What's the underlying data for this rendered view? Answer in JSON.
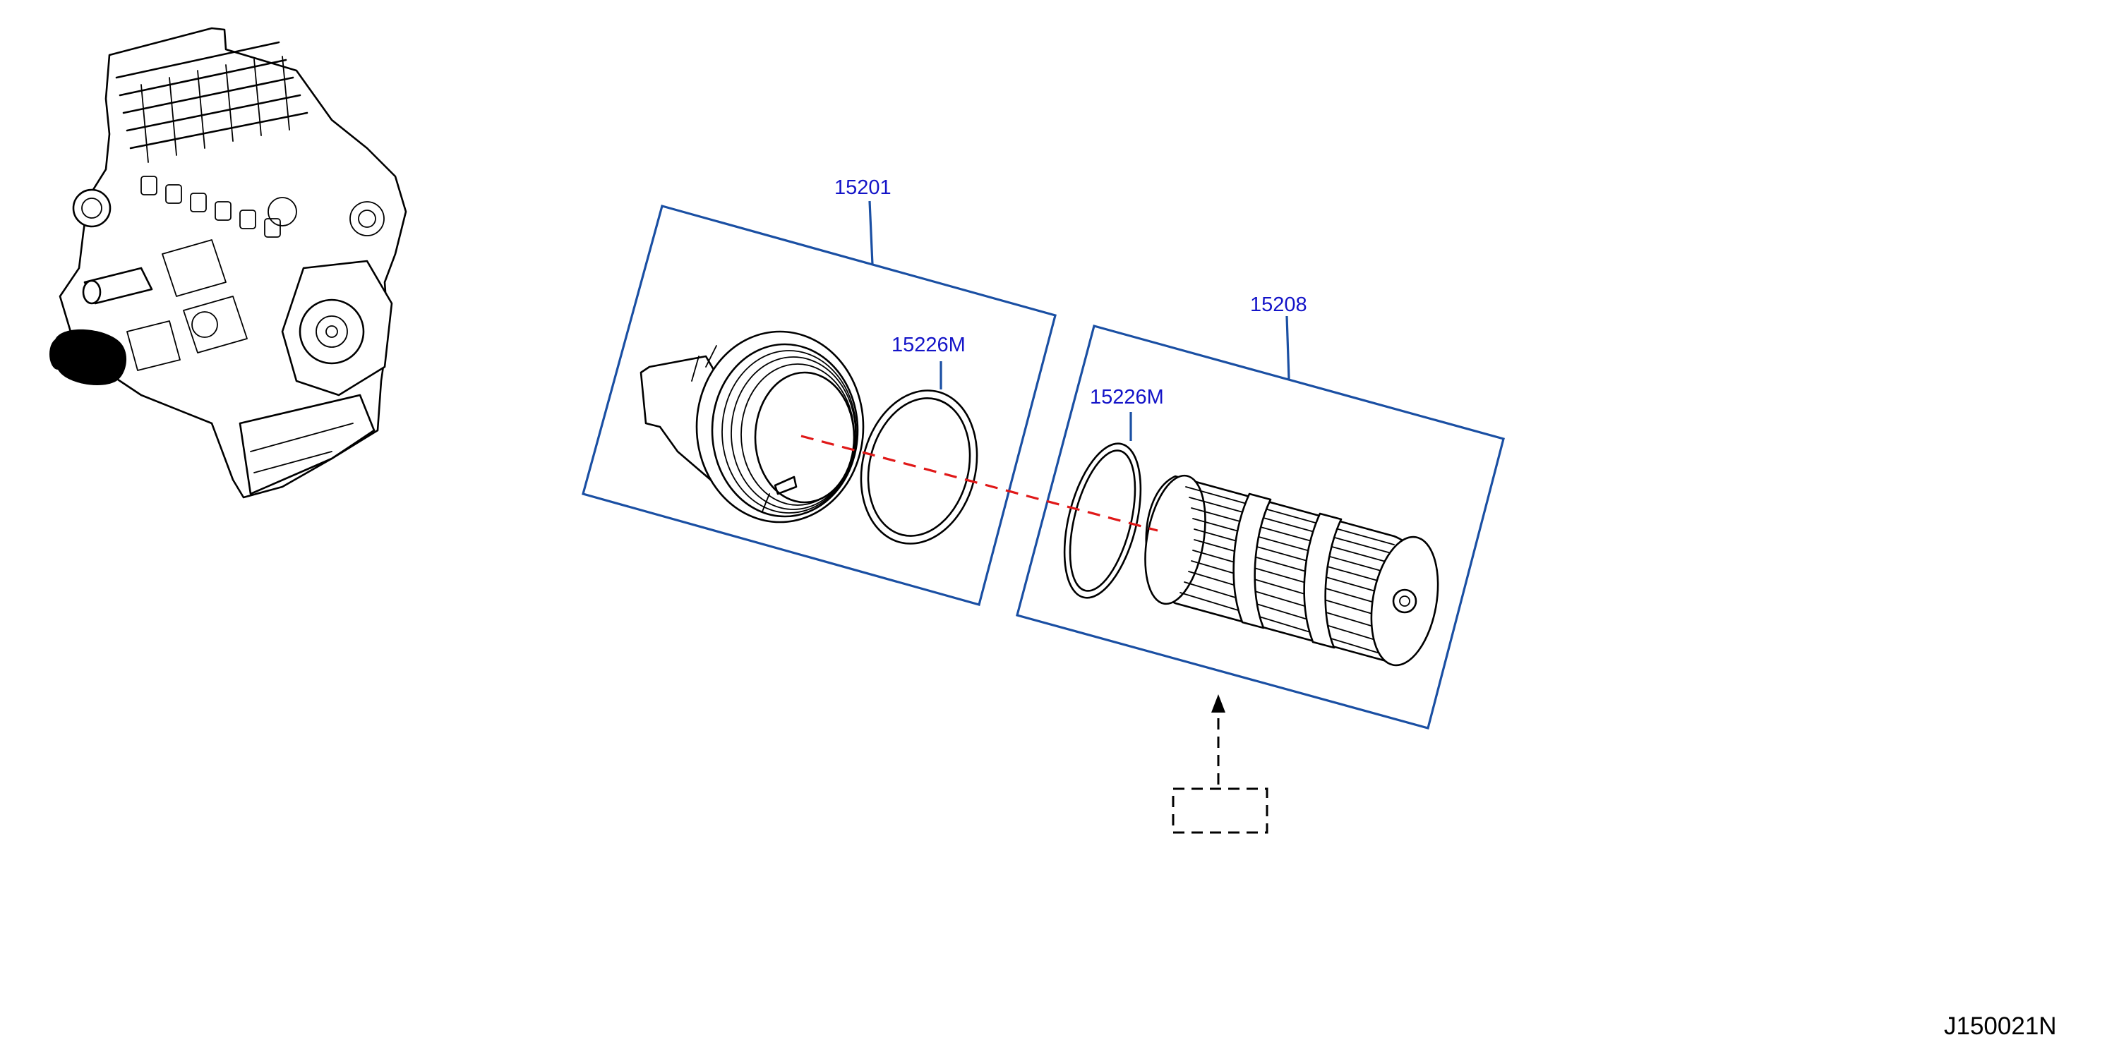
{
  "parts": [
    {
      "id": "oil-filter-assembly",
      "label": "15201"
    },
    {
      "id": "seal-ring-cap",
      "label": "15226M"
    },
    {
      "id": "oil-filter-element",
      "label": "15208"
    },
    {
      "id": "seal-ring-element",
      "label": "15226M"
    }
  ],
  "reference_code": "J150021N",
  "colors": {
    "label_text": "#1414c8",
    "group_frame": "#1a4fa3",
    "center_axis": "#e01818",
    "line_art": "#000000"
  }
}
